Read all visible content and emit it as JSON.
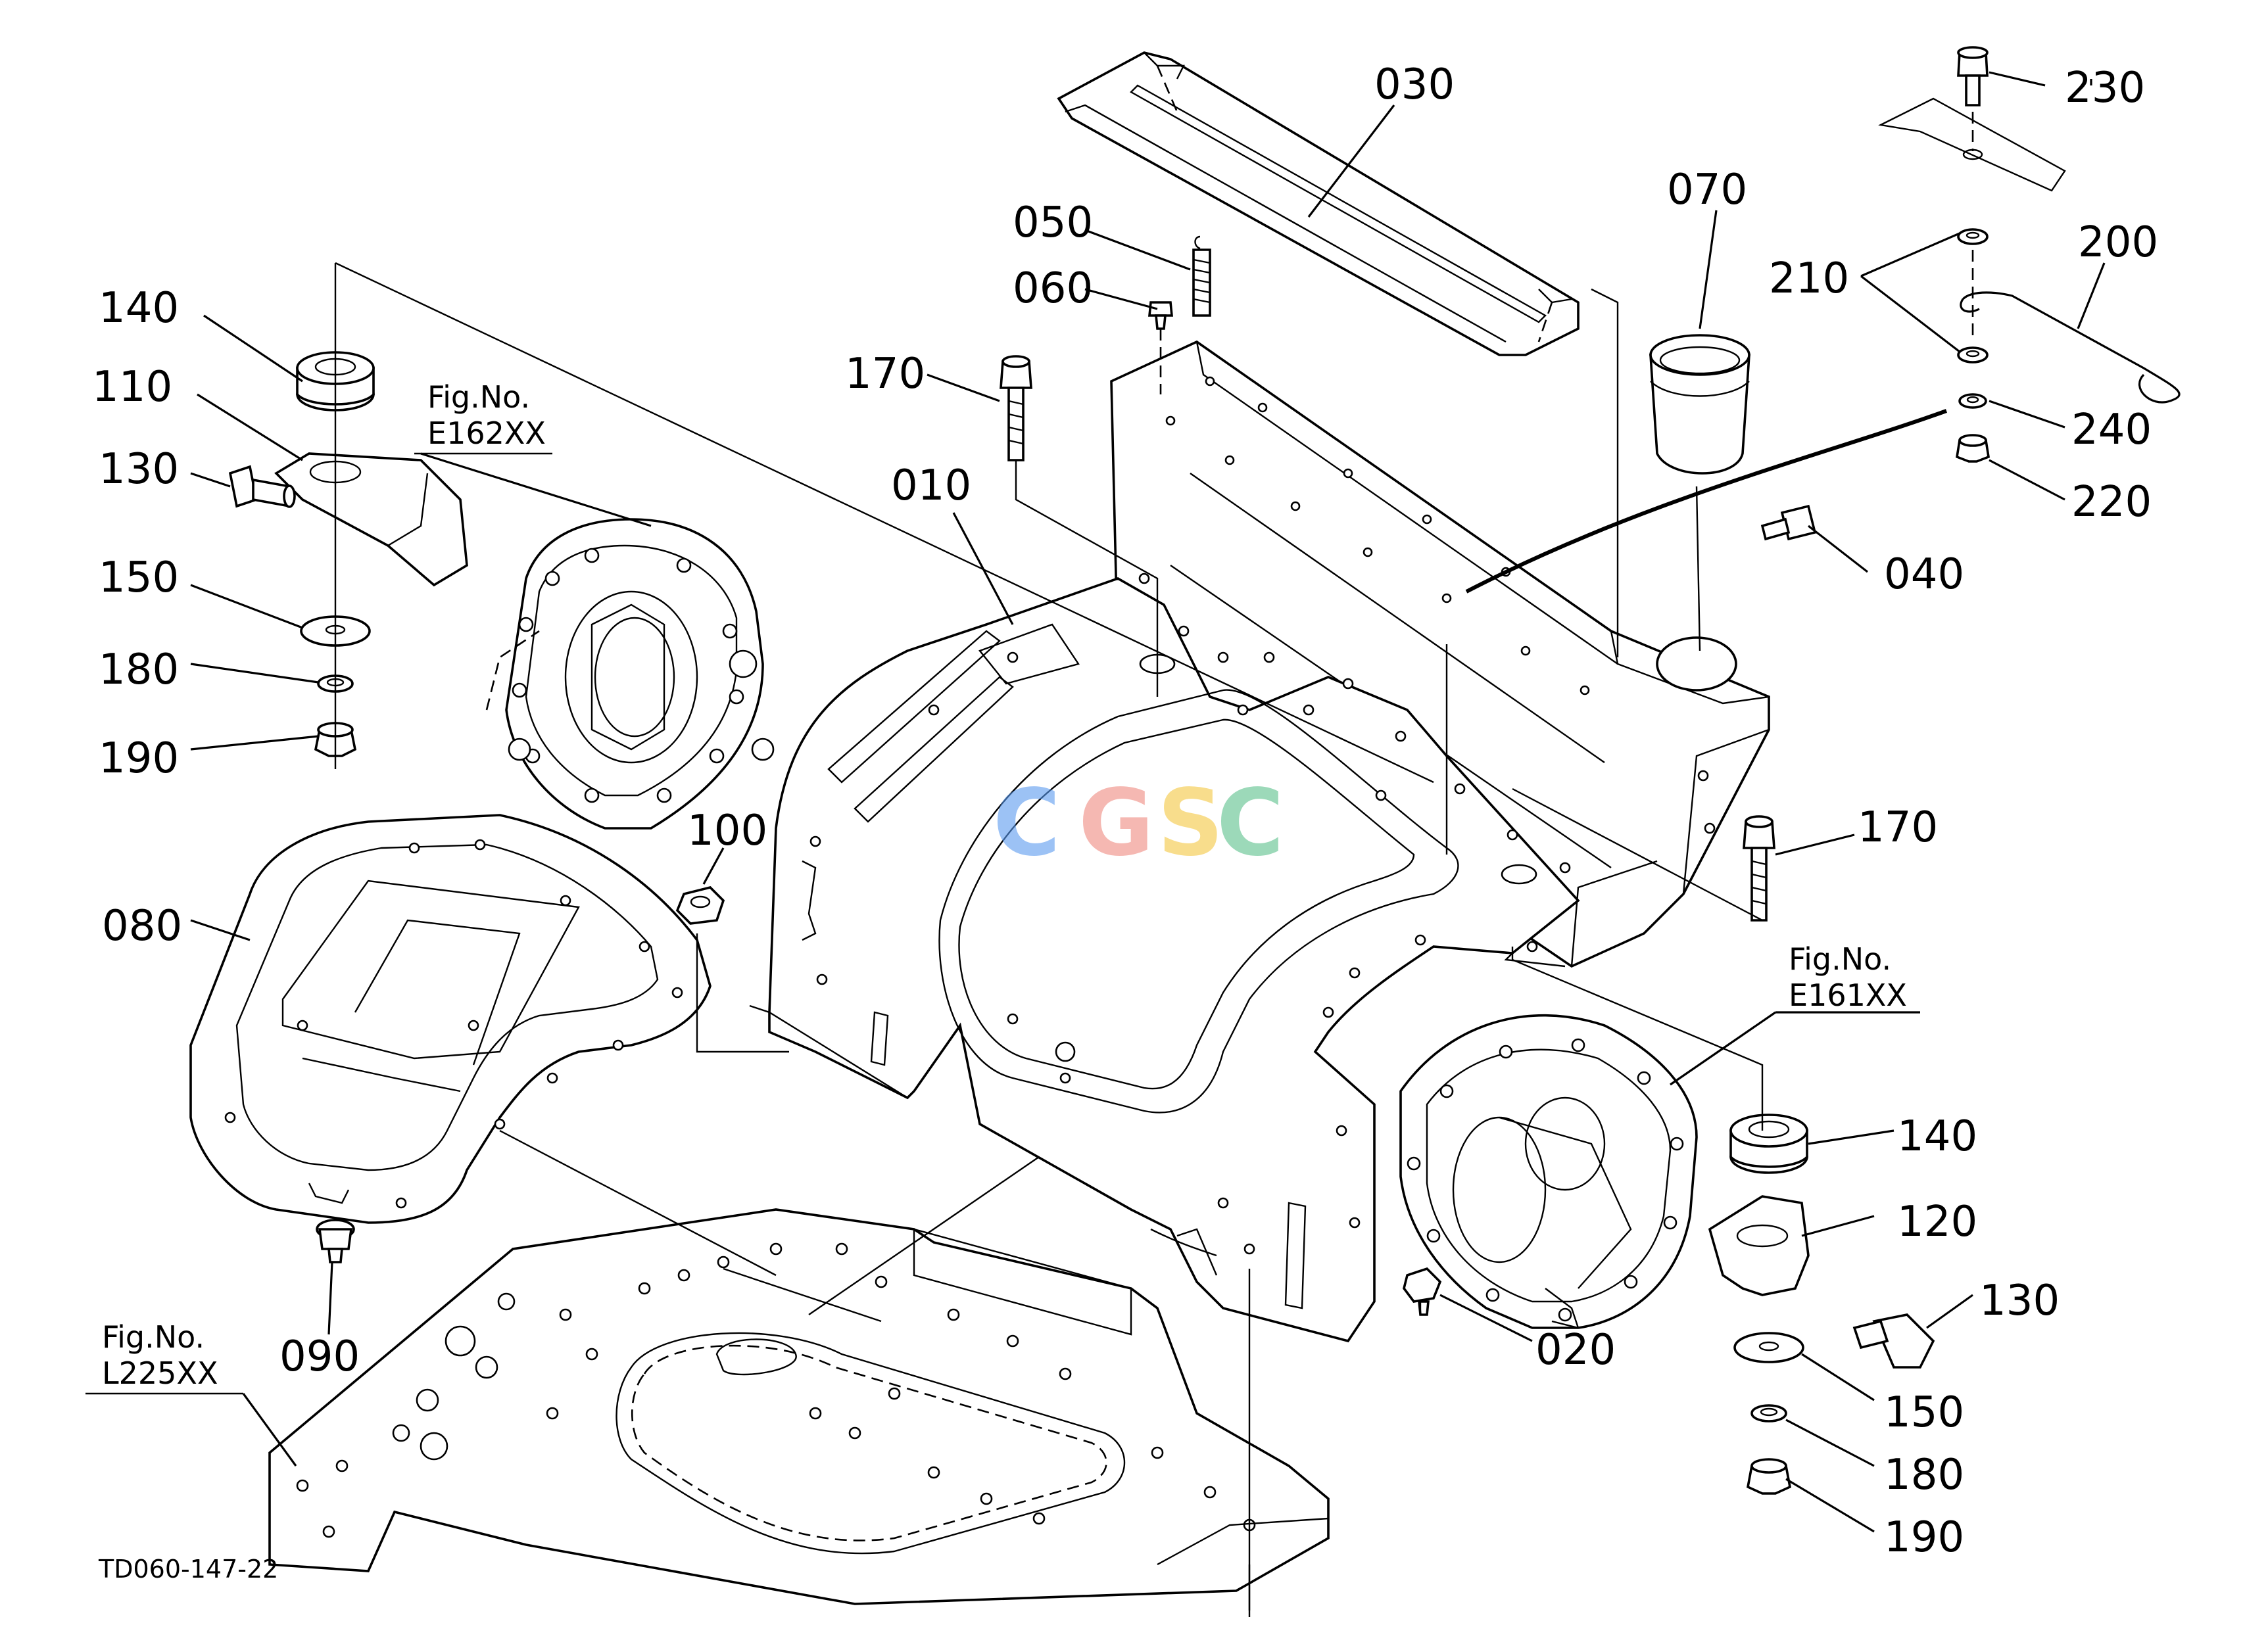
{
  "diagram": {
    "drawing_code": "TD060-147-22",
    "watermark": "CGSC",
    "watermark_colors": [
      "#5b9bf0",
      "#f08a80",
      "#f5c840",
      "#5cc08c"
    ],
    "figure_references": [
      {
        "key": "fig_e162",
        "line1": "Fig.No.",
        "line2": "E162XX"
      },
      {
        "key": "fig_e161",
        "line1": "Fig.No.",
        "line2": "E161XX"
      },
      {
        "key": "fig_l225",
        "line1": "Fig.No.",
        "line2": "L225XX"
      }
    ],
    "part_labels": {
      "p010": "010",
      "p020": "020",
      "p030": "030",
      "p040": "040",
      "p050": "050",
      "p060": "060",
      "p070": "070",
      "p080": "080",
      "p090": "090",
      "p100": "100",
      "p110": "110",
      "p120": "120",
      "p130a": "130",
      "p130b": "130",
      "p140a": "140",
      "p140b": "140",
      "p150a": "150",
      "p150b": "150",
      "p170a": "170",
      "p170b": "170",
      "p180a": "180",
      "p180b": "180",
      "p190a": "190",
      "p190b": "190",
      "p200": "200",
      "p210": "210",
      "p220": "220",
      "p230": "230",
      "p240": "240"
    }
  }
}
